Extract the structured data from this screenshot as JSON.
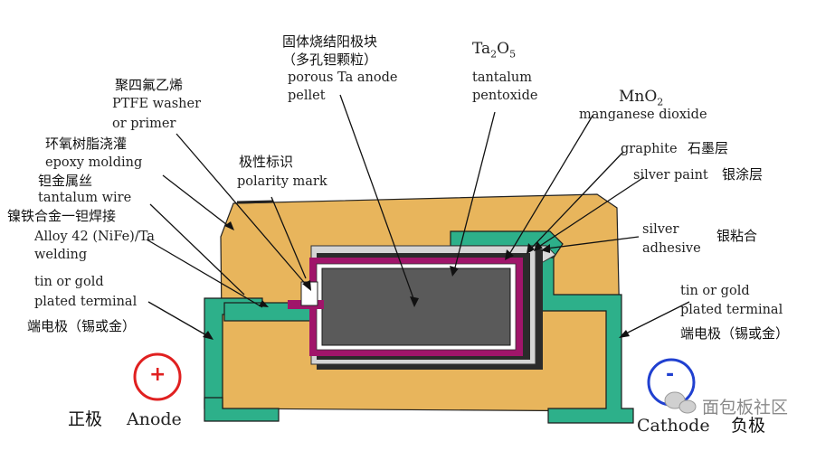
{
  "labels": {
    "porous_cn_1": "固体烧结阳极块",
    "porous_cn_2": "（多孔钽颗粒）",
    "porous_en_1": "porous Ta anode",
    "porous_en_2": "pellet",
    "ta2o5_base": "Ta",
    "ta2o5_sub1": "2",
    "ta2o5_mid": "O",
    "ta2o5_sub2": "5",
    "ta2o5_en_1": "tantalum",
    "ta2o5_en_2": "pentoxide",
    "mno2_base": "MnO",
    "mno2_sub": "2",
    "mno2_en": "manganese dioxide",
    "graphite_en": "graphite",
    "graphite_cn": "石墨层",
    "silver_paint_en": "silver paint",
    "silver_paint_cn": "银涂层",
    "silver_adhesive_en_1": "silver",
    "silver_adhesive_en_2": "adhesive",
    "silver_adhesive_cn": "银粘合",
    "ptfe_cn": "聚四氟乙烯",
    "ptfe_en_1": "PTFE washer",
    "ptfe_en_2": "or primer",
    "epoxy_cn": "环氧树脂浇灌",
    "epoxy_en": "epoxy molding",
    "polarity_cn": "极性标识",
    "polarity_en": "polarity mark",
    "wire_cn": "钽金属丝",
    "wire_en": "tantalum wire",
    "weld_cn": "镍铁合金一钽焊接",
    "weld_en_1": "Alloy 42 (NiFe)/Ta",
    "weld_en_2": "welding",
    "terminal_left_en_1": "tin or gold",
    "terminal_left_en_2": "plated terminal",
    "terminal_left_cn": "端电极（锡或金）",
    "terminal_right_en_1": "tin or gold",
    "terminal_right_en_2": "plated terminal",
    "terminal_right_cn": "端电极（锡或金）",
    "anode_cn": "正极",
    "anode_en": "Anode",
    "cathode_en": "Cathode",
    "cathode_cn": "负极",
    "plus_symbol": "+",
    "minus_symbol": "-",
    "watermark": "面包板社区"
  },
  "colors": {
    "epoxy_body": "#E8B55C",
    "terminal": "#2DB08A",
    "anode_core": "#5A5A5A",
    "mno2_layer": "#A0156A",
    "silver_layer": "#C9C9C9",
    "graphite_layer": "#2B2B2B",
    "anode_ring": "#E02020",
    "cathode_ring": "#2040D0"
  },
  "icons": {
    "anode": "plus-circle-icon",
    "cathode": "minus-circle-icon",
    "watermark": "wechat-icon"
  }
}
